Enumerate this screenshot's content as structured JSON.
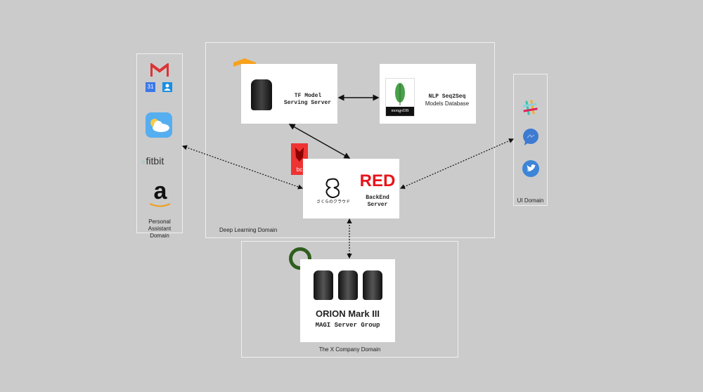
{
  "domains": {
    "personal_assistant": {
      "label": "Personal Assistant Domain",
      "icons": [
        "gmail-icon",
        "google-calendar-icon",
        "google-contacts-icon",
        "weather-icon",
        "fitbit-logo",
        "amazon-logo"
      ],
      "fitbit_text": "fitbit",
      "calendar_text": "31"
    },
    "deep_learning": {
      "label": "Deep Learning Domain"
    },
    "ui": {
      "label": "UI Domain",
      "icons": [
        "slack-icon",
        "messenger-icon",
        "twitter-icon"
      ]
    },
    "x_company": {
      "label": "The X Company Domain"
    }
  },
  "nodes": {
    "tf_server": {
      "line1": "TF Model",
      "line2": "Serving Server"
    },
    "mongo": {
      "line1": "NLP Seq2Seq",
      "line2": "Models Database",
      "logo_text": "mongoDB"
    },
    "backend": {
      "brand": "RED",
      "line1": "BackEnd",
      "line2": "Server",
      "logo_text": "さくらのクラウド"
    },
    "orion": {
      "title": "ORION Mark III",
      "subtitle": "MAGI Server Group"
    }
  },
  "colors": {
    "background": "#cbcbcb",
    "red": "#e8141b",
    "tensorflow": "#f7a21c",
    "mongo": "#4aa04a",
    "orion_ring": "#2e5e1e"
  }
}
